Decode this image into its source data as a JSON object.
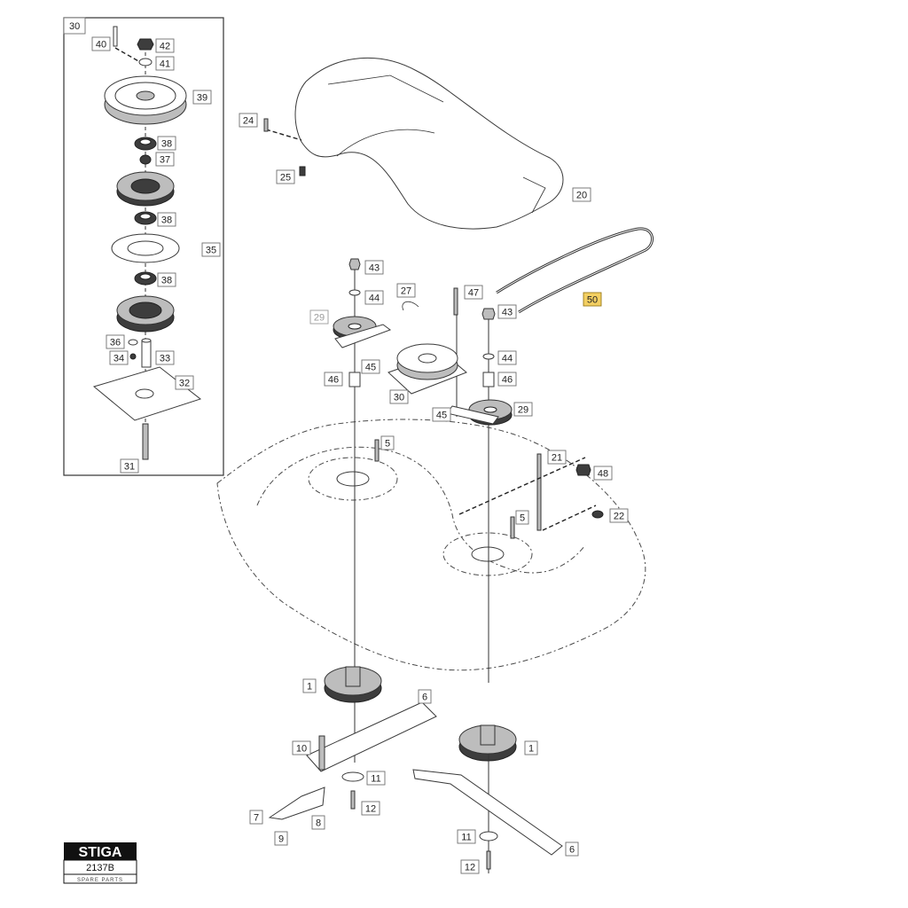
{
  "diagram": {
    "inset_label": "30",
    "labels": [
      {
        "id": "40",
        "text": "40"
      },
      {
        "id": "42",
        "text": "42"
      },
      {
        "id": "41",
        "text": "41"
      },
      {
        "id": "39",
        "text": "39"
      },
      {
        "id": "38a",
        "text": "38"
      },
      {
        "id": "37",
        "text": "37"
      },
      {
        "id": "38b",
        "text": "38"
      },
      {
        "id": "35",
        "text": "35"
      },
      {
        "id": "38c",
        "text": "38"
      },
      {
        "id": "36",
        "text": "36"
      },
      {
        "id": "34",
        "text": "34"
      },
      {
        "id": "33",
        "text": "33"
      },
      {
        "id": "32",
        "text": "32"
      },
      {
        "id": "31",
        "text": "31"
      },
      {
        "id": "24",
        "text": "24"
      },
      {
        "id": "25",
        "text": "25"
      },
      {
        "id": "20",
        "text": "20"
      },
      {
        "id": "43a",
        "text": "43"
      },
      {
        "id": "44a",
        "text": "44"
      },
      {
        "id": "27",
        "text": "27"
      },
      {
        "id": "47",
        "text": "47"
      },
      {
        "id": "50",
        "text": "50",
        "highlight": true
      },
      {
        "id": "43b",
        "text": "43"
      },
      {
        "id": "29a",
        "text": "29",
        "muted": true
      },
      {
        "id": "45a",
        "text": "45"
      },
      {
        "id": "44b",
        "text": "44"
      },
      {
        "id": "46a",
        "text": "46"
      },
      {
        "id": "46b",
        "text": "46"
      },
      {
        "id": "30b",
        "text": "30"
      },
      {
        "id": "45b",
        "text": "45"
      },
      {
        "id": "29b",
        "text": "29"
      },
      {
        "id": "5a",
        "text": "5"
      },
      {
        "id": "21",
        "text": "21"
      },
      {
        "id": "48",
        "text": "48"
      },
      {
        "id": "5b",
        "text": "5"
      },
      {
        "id": "22",
        "text": "22"
      },
      {
        "id": "1a",
        "text": "1"
      },
      {
        "id": "6a",
        "text": "6"
      },
      {
        "id": "10",
        "text": "10"
      },
      {
        "id": "1b",
        "text": "1"
      },
      {
        "id": "11a",
        "text": "11"
      },
      {
        "id": "12a",
        "text": "12"
      },
      {
        "id": "7",
        "text": "7"
      },
      {
        "id": "8",
        "text": "8"
      },
      {
        "id": "9",
        "text": "9"
      },
      {
        "id": "11b",
        "text": "11"
      },
      {
        "id": "12b",
        "text": "12"
      },
      {
        "id": "6b",
        "text": "6"
      }
    ]
  },
  "branding": {
    "logo": "STIGA",
    "code": "2137B",
    "subtitle": "SPARE PARTS"
  }
}
